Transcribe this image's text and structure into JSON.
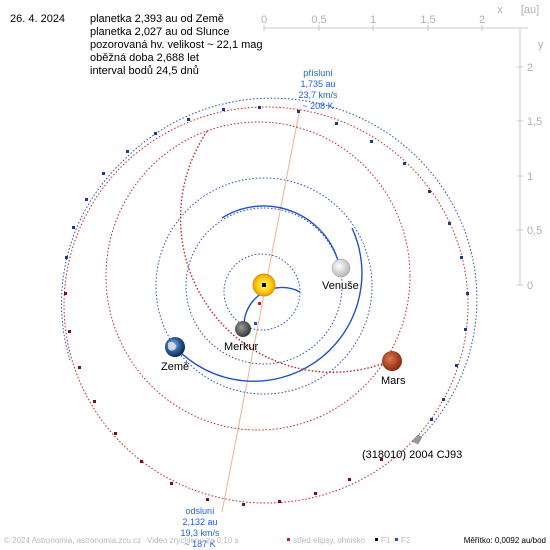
{
  "date": "26. 4. 2024",
  "info_lines": [
    "planetka 2,393 au od Země",
    "planetka 2,027 au od Slunce",
    "pozorovaná hv. velikost ~ 22,1 mag",
    "oběžná doba 2,688 let",
    "interval bodů 24,5 dnů"
  ],
  "perihelion": {
    "title": "přísluní",
    "lines": [
      "1,735 au",
      "23,7 km/s",
      "~ 208 K"
    ]
  },
  "aphelion": {
    "title": "odsluní",
    "lines": [
      "2,132 au",
      "19,3 km/s",
      "~ 187 K"
    ]
  },
  "x_axis": {
    "unit_label": "x",
    "unit": "[au]",
    "ticks": [
      "0",
      "0,5",
      "1",
      "1,5",
      "2"
    ]
  },
  "y_axis": {
    "unit_label": "y",
    "ticks": [
      "2",
      "1,5",
      "1",
      "0,5",
      "0"
    ]
  },
  "planets": {
    "mercury": "Merkur",
    "venus": "Venuše",
    "earth": "Země",
    "mars": "Mars"
  },
  "asteroid_name": "(318010) 2004 CJ93",
  "footer": {
    "copyright": "© 2024 Astronomia, astronomia.zcu.cz",
    "video_note": "Video zrychleno za 0,10 s",
    "legend_center": "střed elipsy, ohnisko",
    "legend_f1": "F1",
    "legend_f2": "F2",
    "scale": "Měřítko: 0,0092 au/bod"
  },
  "colors": {
    "orbit_blue": "#2050c8",
    "orbit_red": "#c82020",
    "info_blue": "#2060e0",
    "axis_gray": "#b0b0b0",
    "apsis_line": "#f0b090"
  }
}
